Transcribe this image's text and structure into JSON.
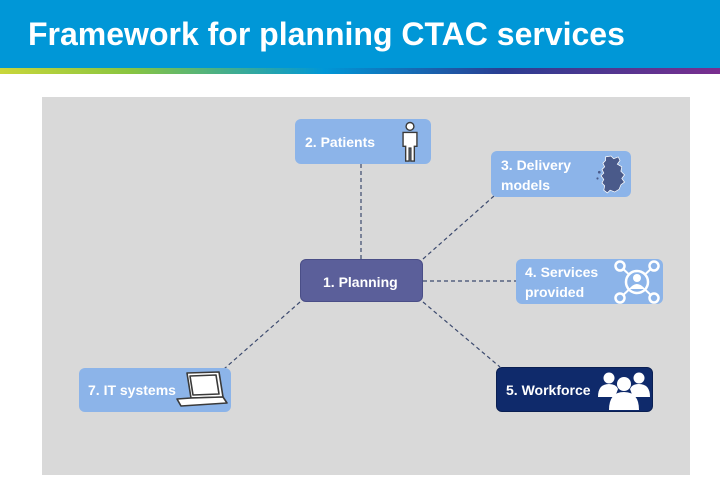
{
  "header": {
    "title": "Framework for planning CTAC services"
  },
  "diagram": {
    "center": {
      "label": "1. Planning"
    },
    "nodes": [
      {
        "id": "patients",
        "label": "2. Patients",
        "icon": "person-icon"
      },
      {
        "id": "delivery",
        "label_line1": "3. Delivery",
        "label_line2": "models",
        "icon": "scotland-map-icon"
      },
      {
        "id": "services",
        "label_line1": "4. Services",
        "label_line2": "provided",
        "icon": "network-person-icon"
      },
      {
        "id": "workforce",
        "label": "5. Workforce",
        "icon": "group-people-icon"
      },
      {
        "id": "it",
        "label": "7. IT systems",
        "icon": "laptop-icon"
      }
    ],
    "colors": {
      "light_box": "#8cb4e9",
      "center_box": "#5b5f9a",
      "workforce_box": "#0f2a6b",
      "background": "#d9d9d9",
      "header": "#0097d7"
    }
  }
}
